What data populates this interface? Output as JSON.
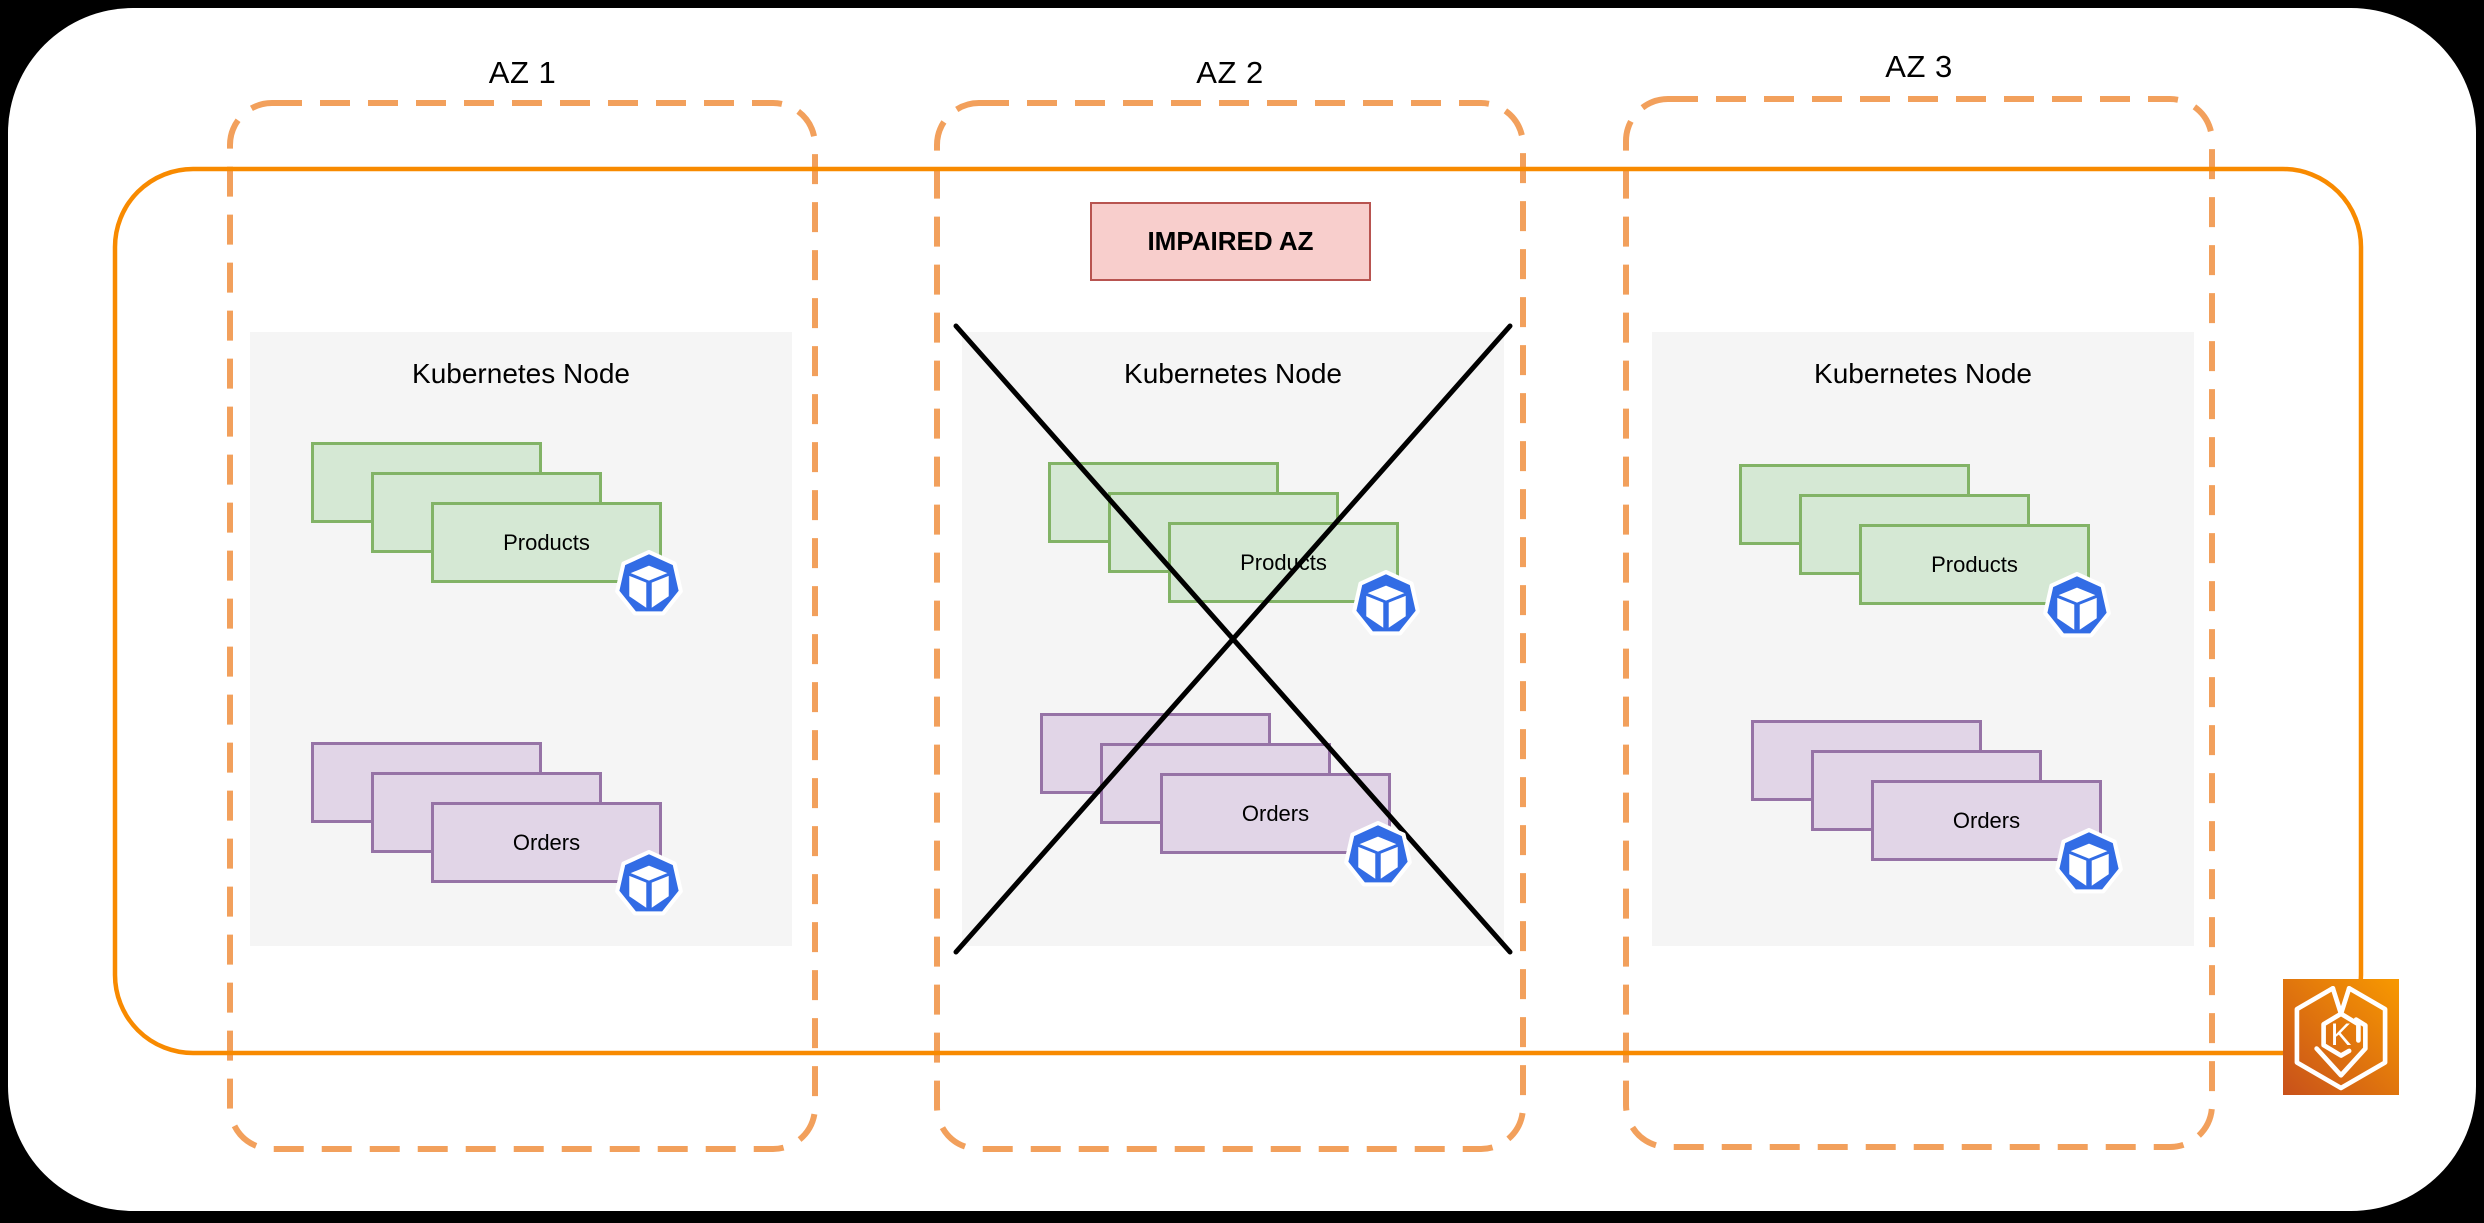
{
  "zones": [
    {
      "label": "AZ 1",
      "impaired": false,
      "node": {
        "title": "Kubernetes Node",
        "deployments": [
          {
            "label": "Products",
            "replicas": 3
          },
          {
            "label": "Orders",
            "replicas": 3
          }
        ]
      }
    },
    {
      "label": "AZ 2",
      "impaired": true,
      "badge": "IMPAIRED AZ",
      "node": {
        "title": "Kubernetes Node",
        "deployments": [
          {
            "label": "Products",
            "replicas": 3
          },
          {
            "label": "Orders",
            "replicas": 3
          }
        ]
      }
    },
    {
      "label": "AZ 3",
      "impaired": false,
      "node": {
        "title": "Kubernetes Node",
        "deployments": [
          {
            "label": "Products",
            "replicas": 3
          },
          {
            "label": "Orders",
            "replicas": 3
          }
        ]
      }
    }
  ],
  "eks": {
    "letter": "K"
  },
  "icons": {
    "pod": "kubernetes-pod-icon",
    "eks": "amazon-eks-icon"
  },
  "colors": {
    "background": "#000000",
    "card": "#FFFFFF",
    "az_dashed_border": "#F2A05C",
    "cluster_border": "#F88A00",
    "node_fill": "#F5F5F5",
    "products_fill": "#D5E8D4",
    "products_border": "#82B366",
    "orders_fill": "#E1D5E7",
    "orders_border": "#9673A6",
    "badge_fill": "#F8CECC",
    "badge_border": "#B85450",
    "pod_blue": "#326CE5",
    "cross": "#000000"
  }
}
